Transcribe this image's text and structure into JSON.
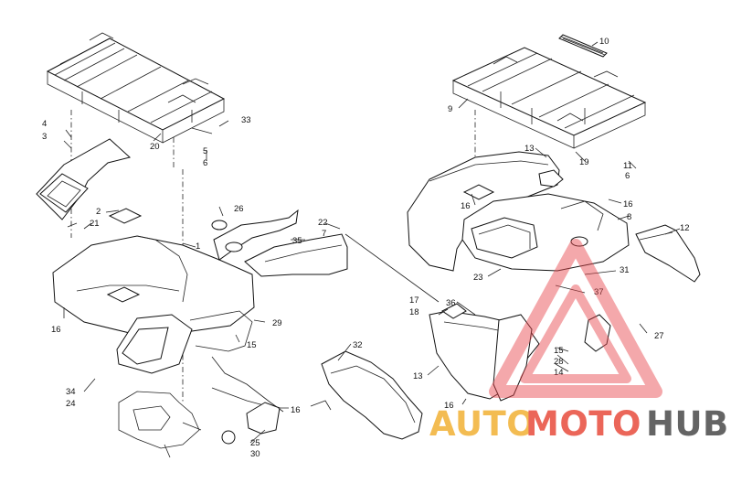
{
  "callouts": [
    "1",
    "2",
    "3",
    "4",
    "5",
    "6",
    "7",
    "8",
    "9",
    "10",
    "11",
    "12",
    "13",
    "14",
    "15",
    "16",
    "17",
    "18",
    "19",
    "20",
    "21",
    "22",
    "23",
    "24",
    "25",
    "26",
    "27",
    "28",
    "29",
    "30",
    "31",
    "32",
    "33",
    "34",
    "35",
    "36",
    "37"
  ],
  "watermark": {
    "auto": "AUTO",
    "moto": "MOTO",
    "hub": "HUB",
    "colors": {
      "auto": "#f2b134",
      "moto": "#e84c3d",
      "hub": "#4a4a4a",
      "triangle": "#e8454a"
    }
  }
}
